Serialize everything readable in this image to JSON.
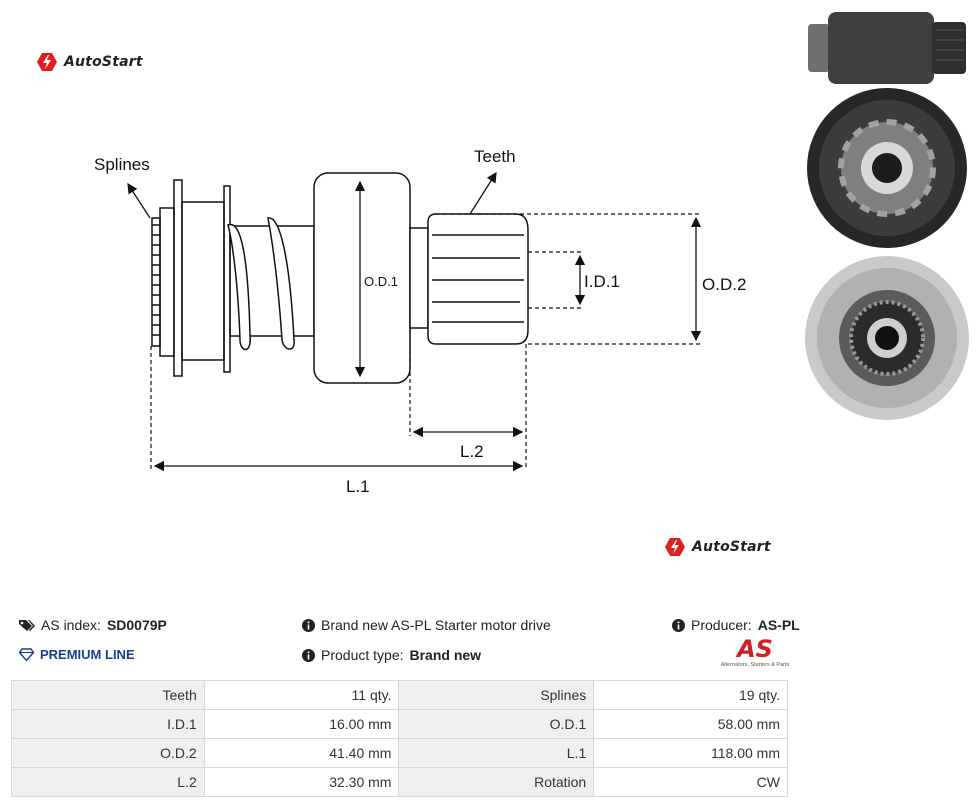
{
  "brand": {
    "name": "AutoStart",
    "accent_color": "#e02020"
  },
  "diagram": {
    "labels": {
      "splines": "Splines",
      "teeth": "Teeth",
      "od1": "O.D.1",
      "id1": "I.D.1",
      "od2": "O.D.2",
      "l2": "L.2",
      "l1": "L.1"
    }
  },
  "product": {
    "as_index_label": "AS index:",
    "as_index_value": "SD0079P",
    "line": "PREMIUM LINE",
    "description": "Brand new AS-PL Starter motor drive",
    "type_label": "Product type:",
    "type_value": "Brand new",
    "producer_label": "Producer:",
    "producer_value": "AS-PL",
    "producer_logo_text": "AS",
    "producer_logo_tagline": "Alternators, Starters & Parts"
  },
  "specs": [
    {
      "k1": "Teeth",
      "v1": "11 qty.",
      "k2": "Splines",
      "v2": "19 qty."
    },
    {
      "k1": "I.D.1",
      "v1": "16.00 mm",
      "k2": "O.D.1",
      "v2": "58.00 mm"
    },
    {
      "k1": "O.D.2",
      "v1": "41.40 mm",
      "k2": "L.1",
      "v2": "118.00 mm"
    },
    {
      "k1": "L.2",
      "v1": "32.30 mm",
      "k2": "Rotation",
      "v2": "CW"
    }
  ],
  "icons": {
    "tag": "tags-icon",
    "diamond": "diamond-icon",
    "info": "info-icon"
  }
}
